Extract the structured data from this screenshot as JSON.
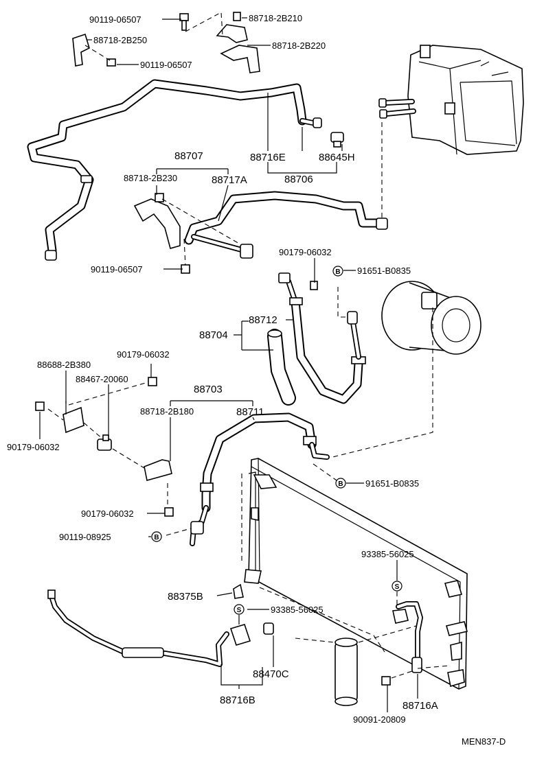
{
  "labels": {
    "l_90119_06507_a": "90119-06507",
    "l_88718_2B210": "88718-2B210",
    "l_88718_2B250": "88718-2B250",
    "l_88718_2B220": "88718-2B220",
    "l_90119_06507_b": "90119-06507",
    "l_88707": "88707",
    "l_88716E": "88716E",
    "l_88645H": "88645H",
    "l_88718_2B230": "88718-2B230",
    "l_88717A": "88717A",
    "l_88706": "88706",
    "l_90179_06032_a": "90179-06032",
    "l_90119_06507_c": "90119-06507",
    "l_91651_B0835_a": "91651-B0835",
    "l_88712": "88712",
    "l_88704": "88704",
    "l_88688_2B380": "88688-2B380",
    "l_90179_06032_b": "90179-06032",
    "l_88467_20060": "88467-20060",
    "l_88703": "88703",
    "l_88718_2B180": "88718-2B180",
    "l_88711": "88711",
    "l_90179_06032_c": "90179-06032",
    "l_91651_B0835_b": "91651-B0835",
    "l_90179_06032_d": "90179-06032",
    "l_90119_08925": "90119-08925",
    "l_93385_56025_a": "93385-56025",
    "l_88375B": "88375B",
    "l_93385_56025_b": "93385-56025",
    "l_88470C": "88470C",
    "l_88716B": "88716B",
    "l_88716A": "88716A",
    "l_90091_20809": "90091-20809",
    "l_drawing_code": "MEN837-D"
  },
  "markers": {
    "b": "B",
    "s": "S"
  }
}
